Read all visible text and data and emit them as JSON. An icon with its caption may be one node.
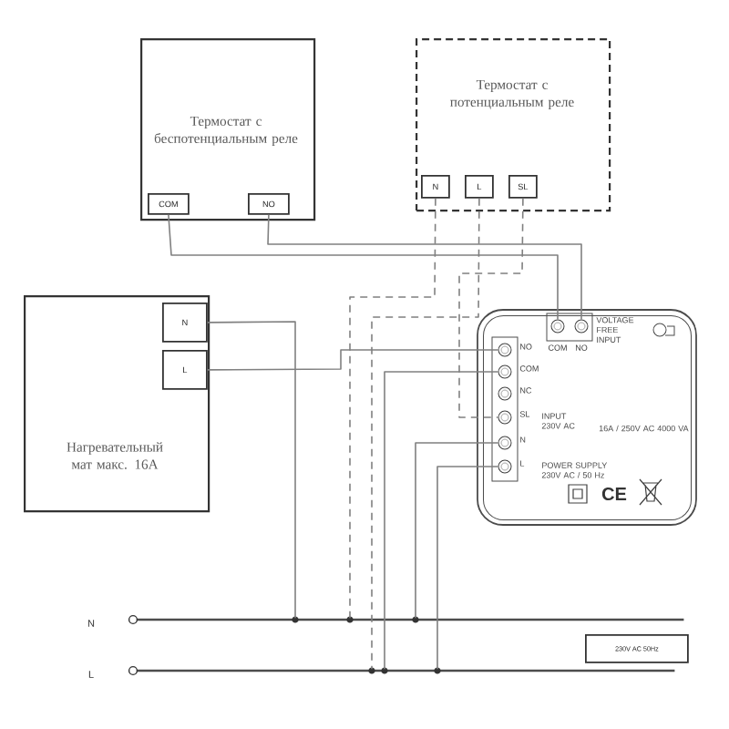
{
  "diagram": {
    "nodes": [
      {
        "text": [
          "Термостат с беспотенциальным реле"
        ]
      },
      {
        "text": [
          "COM"
        ],
        "in": 0
      },
      {
        "text": [
          "NO"
        ],
        "in": 0
      },
      {
        "text": [
          "Термостат с потенциальным реле"
        ]
      },
      {
        "text": [
          "N"
        ],
        "in": 3
      },
      {
        "text": [
          "L"
        ],
        "in": 3
      },
      {
        "text": [
          "SL"
        ],
        "in": 3
      },
      {
        "text": [
          "Нагревательный мат макс. 16А"
        ]
      },
      {
        "text": [
          "N"
        ],
        "in": 7
      },
      {
        "text": [
          "L"
        ],
        "in": 7
      },
      {
        "text": [
          "VOLTAGE FREE INPUT",
          "INPUT 230V AC",
          "16A / 250V AC 4000 VA",
          "POWER SUPPLY 230V AC / 50 Hz"
        ]
      },
      {
        "text": [],
        "shape": "circle",
        "beside": [
          "COM"
        ],
        "in": 10
      },
      {
        "text": [],
        "shape": "circle",
        "beside": [
          "NO"
        ],
        "in": 10
      },
      {
        "text": [],
        "shape": "circle",
        "beside": [
          "NO"
        ],
        "in": 10
      },
      {
        "text": [],
        "shape": "circle",
        "beside": [
          "COM"
        ],
        "in": 10
      },
      {
        "text": [],
        "shape": "circle",
        "beside": [
          "NC"
        ],
        "in": 10
      },
      {
        "text": [],
        "shape": "circle",
        "beside": [
          "SL"
        ],
        "in": 10
      },
      {
        "text": [],
        "shape": "circle",
        "beside": [
          "N"
        ],
        "in": 10
      },
      {
        "text": [],
        "shape": "circle",
        "beside": [
          "L"
        ],
        "in": 10
      },
      {
        "text": [],
        "shape": "bar",
        "beside": [
          "N"
        ]
      },
      {
        "text": [],
        "shape": "bar",
        "beside": [
          "L"
        ]
      },
      {
        "text": [
          "230V AC 50Hz"
        ]
      }
    ],
    "edges": [
      {
        "from": 1,
        "to": 11,
        "arrow": "none"
      },
      {
        "from": 2,
        "to": 12,
        "arrow": "none"
      },
      {
        "from": 4,
        "to": 19,
        "arrow": "none",
        "style": "dashed"
      },
      {
        "from": 5,
        "to": 20,
        "arrow": "none",
        "style": "dashed"
      },
      {
        "from": 6,
        "to": 16,
        "arrow": "none",
        "style": "dashed"
      },
      {
        "from": 8,
        "to": 19,
        "arrow": "none"
      },
      {
        "from": 9,
        "to": 13,
        "arrow": "none"
      },
      {
        "from": 14,
        "to": 20,
        "arrow": "none"
      },
      {
        "from": 17,
        "to": 19,
        "arrow": "none"
      },
      {
        "from": 18,
        "to": 20,
        "arrow": "none"
      }
    ],
    "labels": [
      "CE"
    ]
  }
}
